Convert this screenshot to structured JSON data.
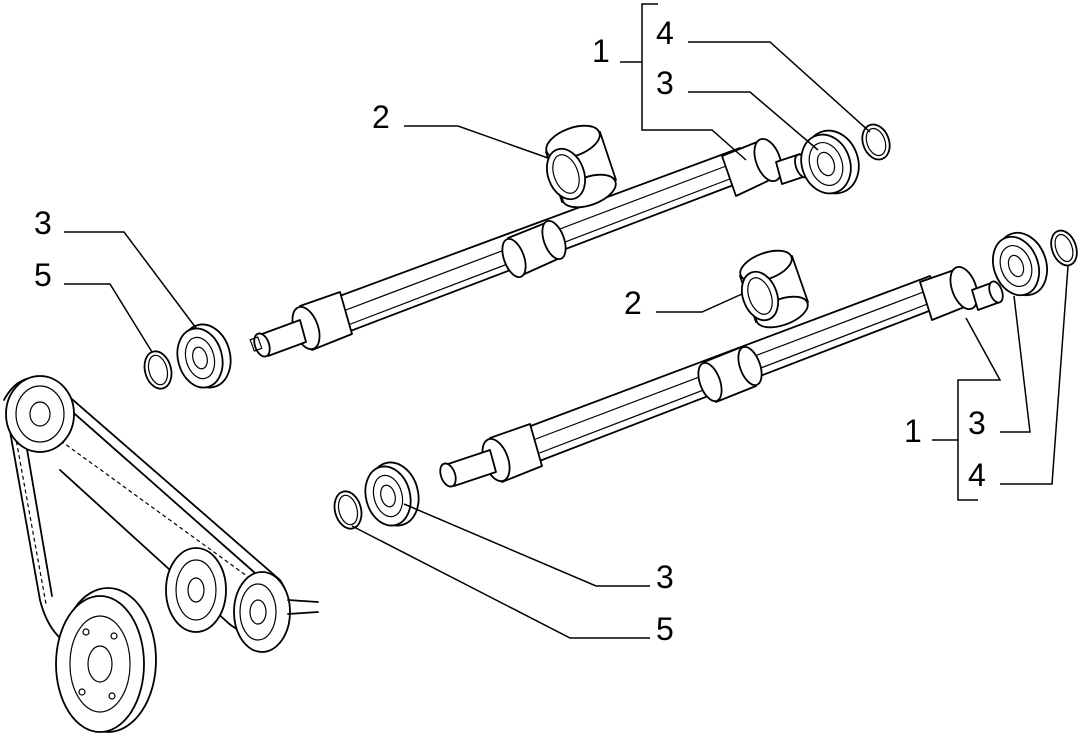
{
  "diagram": {
    "callouts": {
      "upper_shaft_group_bracket": "1",
      "upper_shaft_circlip": "4",
      "upper_shaft_rear_bearing": "3",
      "upper_shaft_bush": "2",
      "upper_shaft_front_bearing": "3",
      "upper_shaft_front_ring": "5",
      "lower_shaft_bush": "2",
      "lower_shaft_group_bracket": "1",
      "lower_shaft_rear_bearing": "3",
      "lower_shaft_circlip": "4",
      "lower_shaft_front_bearing": "3",
      "lower_shaft_front_ring": "5"
    }
  }
}
